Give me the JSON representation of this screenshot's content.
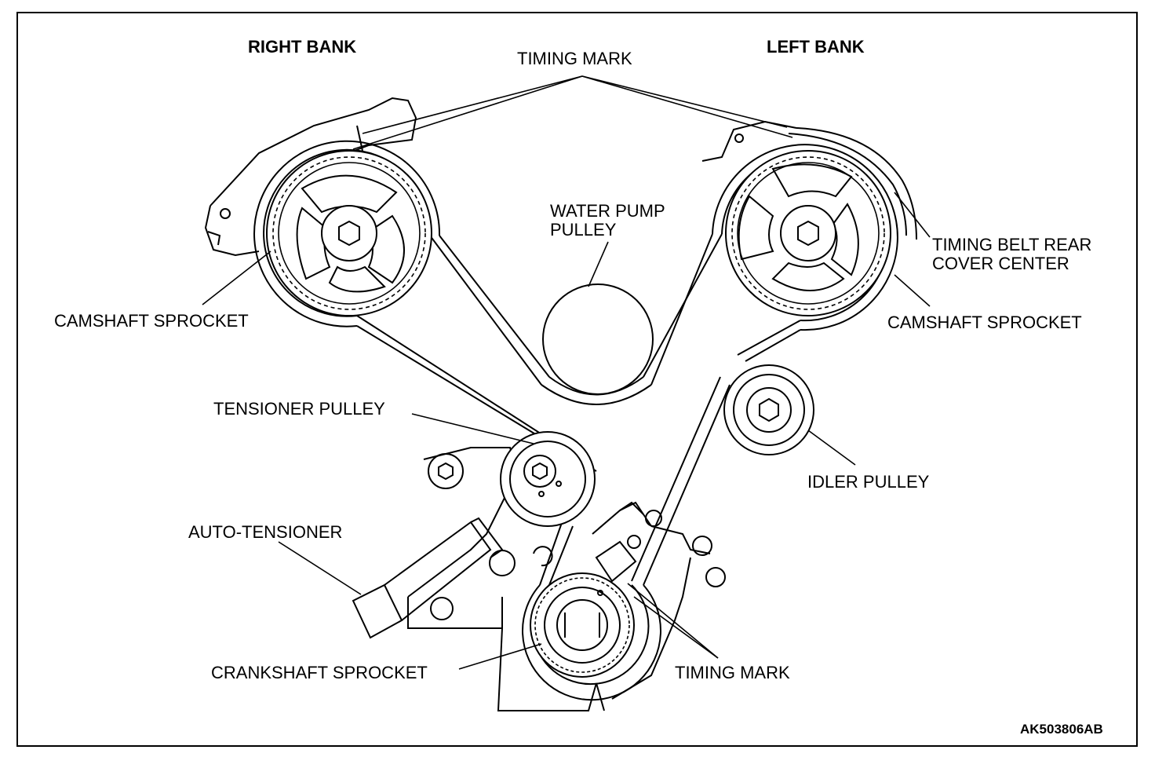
{
  "diagram": {
    "headings": {
      "right_bank": "RIGHT BANK",
      "left_bank": "LEFT BANK"
    },
    "labels": {
      "timing_mark_top": "TIMING MARK",
      "water_pump_line1": "WATER PUMP",
      "water_pump_line2": "PULLEY",
      "rear_cover_line1": "TIMING BELT REAR",
      "rear_cover_line2": "COVER CENTER",
      "camshaft_right": "CAMSHAFT SPROCKET",
      "camshaft_left": "CAMSHAFT SPROCKET",
      "tensioner_pulley": "TENSIONER PULLEY",
      "idler_pulley": "IDLER PULLEY",
      "auto_tensioner": "AUTO-TENSIONER",
      "crankshaft_sprocket": "CRANKSHAFT SPROCKET",
      "timing_mark_bottom": "TIMING MARK"
    },
    "figure_code": "AK503806AB"
  }
}
